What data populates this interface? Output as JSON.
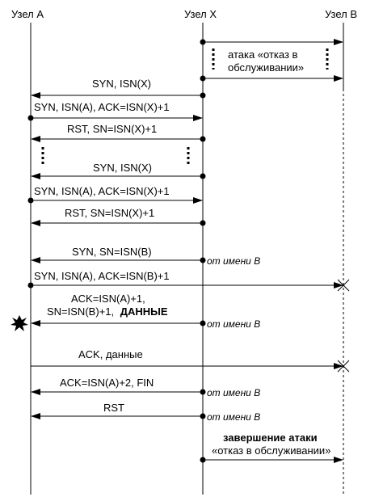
{
  "nodes": {
    "a": "Узел А",
    "x": "Узел Х",
    "b": "Узел В"
  },
  "labels": {
    "attack_dos_1": "атака «отказ в",
    "attack_dos_2": "обслуживании»",
    "syn_isn_x_1": "SYN, ISN(X)",
    "syn_ack_1": "SYN, ISN(A), ACK=ISN(X)+1",
    "rst_1": "RST, SN=ISN(X)+1",
    "syn_isn_x_2": "SYN, ISN(X)",
    "syn_ack_2": "SYN, ISN(A), ACK=ISN(X)+1",
    "rst_2": "RST, SN=ISN(X)+1",
    "syn_isn_b": "SYN, SN=ISN(B)",
    "on_behalf_b_1": "от имени В",
    "syn_ack_b": "SYN, ISN(A), ACK=ISN(B)+1",
    "ack_data_1": "ACK=ISN(A)+1,",
    "ack_data_2": "SN=ISN(B)+1,",
    "ack_data_3": "ДАННЫЕ",
    "on_behalf_b_2": "от имени В",
    "ack_data_reply": "ACK, данные",
    "ack_fin": "ACK=ISN(A)+2, FIN",
    "on_behalf_b_3": "от имени В",
    "rst_final": "RST",
    "on_behalf_b_4": "от имени В",
    "attack_end_1": "завершение атаки",
    "attack_end_2": "«отказ в обслуживании»"
  }
}
